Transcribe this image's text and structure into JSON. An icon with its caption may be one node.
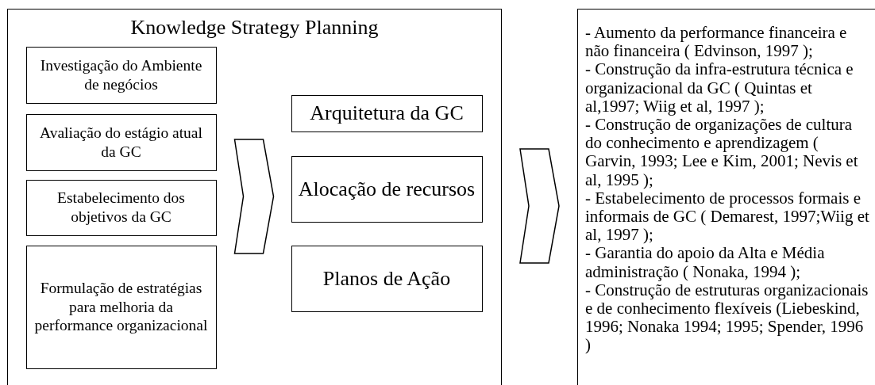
{
  "diagram": {
    "nodes": [
      {
        "text": [
          "Knowledge Strategy Planning"
        ]
      },
      {
        "text": [
          "Investigação do Ambiente de negócios"
        ],
        "in": 0
      },
      {
        "text": [
          "Avaliação do estágio atual da GC"
        ],
        "in": 0
      },
      {
        "text": [
          "Estabelecimento dos objetivos da GC"
        ],
        "in": 0
      },
      {
        "text": [
          "Formulação de estratégias para melhoria da performance organizacional"
        ],
        "in": 0
      },
      {
        "text": [
          "Arquitetura da GC"
        ],
        "in": 0
      },
      {
        "text": [
          "Alocação de recursos"
        ],
        "in": 0
      },
      {
        "text": [
          "Planos de Ação"
        ],
        "in": 0
      },
      {
        "text": [
          "- Aumento da performance financeira e não financeira ( Edvinson, 1997 );",
          "- Construção da infra-estrutura técnica e organizacional  da GC ( Quintas et al,1997; Wiig et al, 1997 );",
          "- Construção de organizações de cultura do conhecimento e aprendizagem ( Garvin, 1993; Lee e Kim, 2001; Nevis et al, 1995 );",
          "- Estabelecimento de processos formais e informais de GC ( Demarest, 1997;Wiig et al, 1997 );",
          "- Garantia do apoio da Alta e Média administração ( Nonaka, 1994 );",
          "- Construção de estruturas organizacionais e de conhecimento flexíveis (Liebeskind, 1996; Nonaka 1994; 1995; Spender, 1996 )"
        ]
      }
    ],
    "edges": [
      {
        "from": 2,
        "to": 6,
        "arrow": "to"
      },
      {
        "from": 3,
        "to": 6,
        "arrow": "to"
      },
      {
        "from": 0,
        "to": 8,
        "arrow": "to"
      }
    ]
  }
}
